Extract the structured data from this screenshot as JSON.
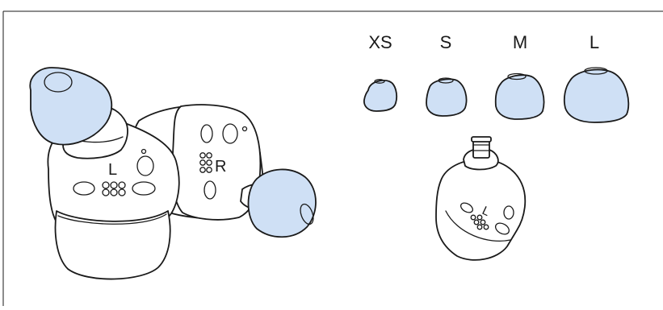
{
  "colors": {
    "ear_tip": "#cfe0f5",
    "outline": "#1a1a1a",
    "background": "#ffffff"
  },
  "ear_tip_sizes": [
    "XS",
    "S",
    "M",
    "L"
  ],
  "earbud_markings": {
    "left": "L",
    "right": "R"
  }
}
